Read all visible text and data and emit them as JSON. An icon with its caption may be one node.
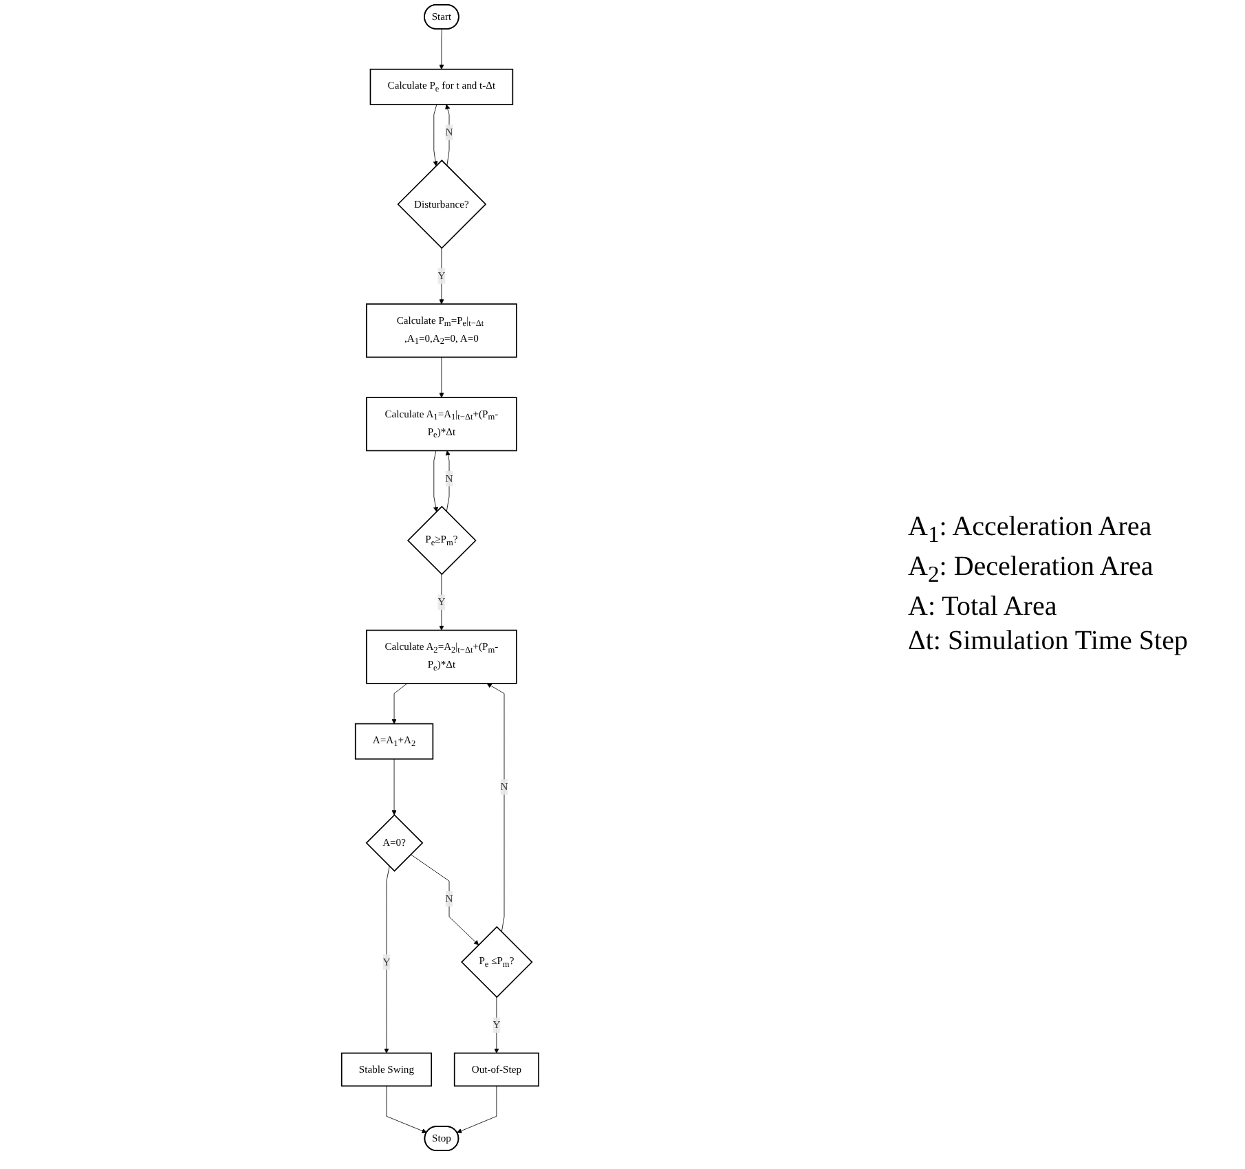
{
  "diagram": {
    "nodes": [
      {
        "text": [
          "Start"
        ]
      },
      {
        "text": [
          "Calculate P$_{e}$ for t and t-Δt"
        ]
      },
      {
        "text": [
          "Disturbance?"
        ]
      },
      {
        "text": [
          "Calculate P$_{m}$=P$_{e}$|$_{t−Δt}$ ,A$_{1}$=0,A$_{2}$=0, A=0"
        ]
      },
      {
        "text": [
          "Calculate A$_{1}$=A$_{1}$|$_{t−Δt}$+(P$_{m}$-P$_{e}$)*Δt"
        ]
      },
      {
        "text": [
          "P$_{e}$≥P$_{m}$?"
        ]
      },
      {
        "text": [
          "Calculate A$_{2}$=A$_{2}$|$_{t−Δt}$+(P$_{m}$-P$_{e}$)*Δt"
        ]
      },
      {
        "text": [
          "A=A$_{1}$+A$_{2}$"
        ]
      },
      {
        "text": [
          "A=0?"
        ]
      },
      {
        "text": [
          "Stable Swing"
        ]
      },
      {
        "text": [
          "P$_{e}$ ≤P$_{m}$?"
        ]
      },
      {
        "text": [
          "Out-of-Step"
        ]
      },
      {
        "text": [
          "Stop"
        ]
      }
    ],
    "edges": [
      {
        "from": 0,
        "to": 1,
        "arrow": "to"
      },
      {
        "from": 1,
        "to": 2,
        "arrow": "to"
      },
      {
        "from": 2,
        "to": 1,
        "arrow": "to",
        "label": "N"
      },
      {
        "from": 2,
        "to": 3,
        "arrow": "to",
        "label": "Y"
      },
      {
        "from": 3,
        "to": 4,
        "arrow": "to"
      },
      {
        "from": 4,
        "to": 5,
        "arrow": "to"
      },
      {
        "from": 5,
        "to": 4,
        "arrow": "to",
        "label": "N"
      },
      {
        "from": 5,
        "to": 6,
        "arrow": "to",
        "label": "Y"
      },
      {
        "from": 6,
        "to": 7,
        "arrow": "to"
      },
      {
        "from": 7,
        "to": 8,
        "arrow": "to"
      },
      {
        "from": 8,
        "to": 9,
        "arrow": "to",
        "label": "Y"
      },
      {
        "from": 8,
        "to": 10,
        "arrow": "to",
        "label": "N"
      },
      {
        "from": 10,
        "to": 6,
        "arrow": "to",
        "label": "N"
      },
      {
        "from": 10,
        "to": 11,
        "arrow": "to",
        "label": "Y"
      },
      {
        "from": 9,
        "to": 12,
        "arrow": "to"
      },
      {
        "from": 11,
        "to": 12,
        "arrow": "to"
      }
    ],
    "labels": [
      "A$_{1}$: Acceleration Area",
      "A$_{2}$: Deceleration Area",
      "A: Total Area",
      "Δt: Simulation Time Step"
    ]
  }
}
